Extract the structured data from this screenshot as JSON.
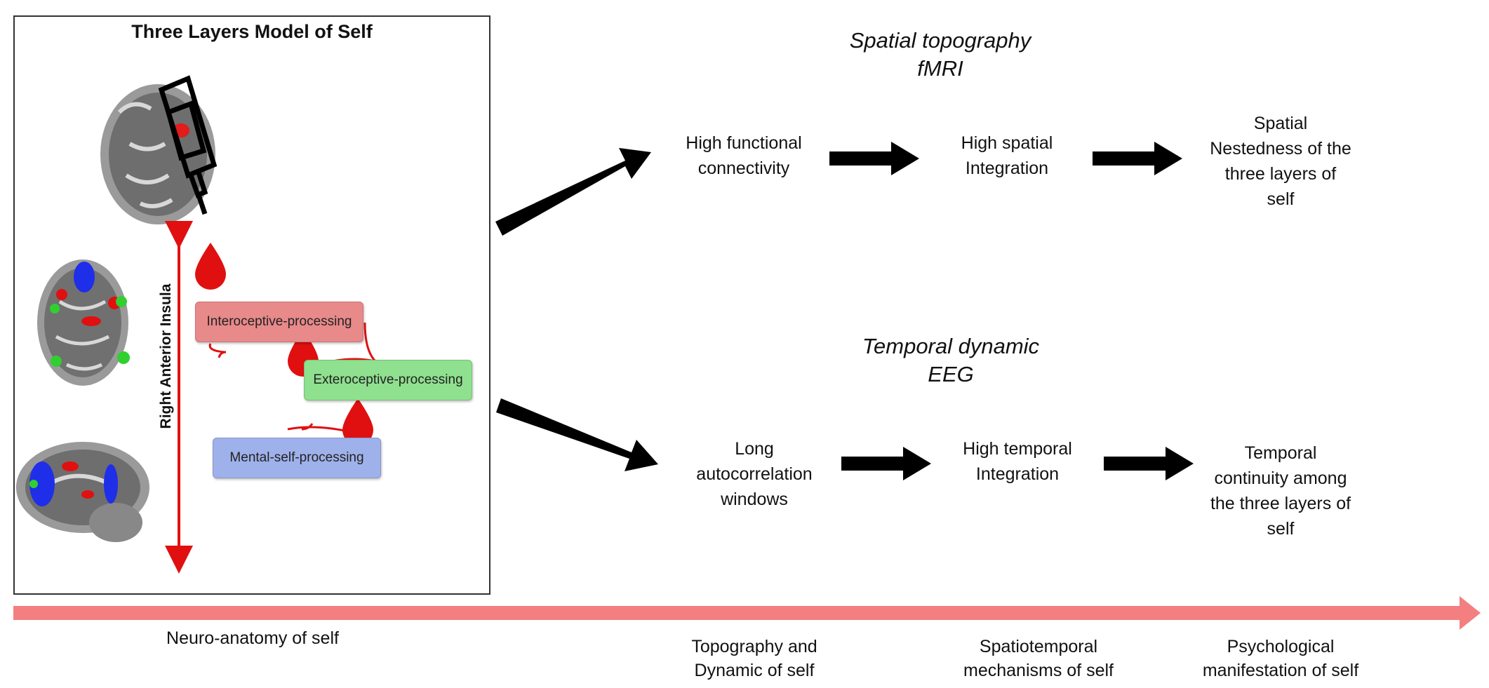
{
  "model_panel": {
    "title": "Three Layers Model of Self",
    "axis_label": "Right Anterior Insula",
    "layers": [
      {
        "label": "Interoceptive-processing",
        "color": "#e8898a"
      },
      {
        "label": "Exteroceptive-processing",
        "color": "#8fe08f"
      },
      {
        "label": "Mental-self-processing",
        "color": "#9fb1ea"
      }
    ]
  },
  "spatial": {
    "heading_line1": "Spatial topography",
    "heading_line2": "fMRI",
    "nodes": [
      [
        "High functional",
        "connectivity"
      ],
      [
        "High spatial",
        "Integration"
      ],
      [
        "Spatial",
        "Nestedness of the",
        "three layers of",
        "self"
      ]
    ]
  },
  "temporal": {
    "heading_line1": "Temporal dynamic",
    "heading_line2": "EEG",
    "nodes": [
      [
        "Long",
        "autocorrelation",
        "windows"
      ],
      [
        "High temporal",
        "Integration"
      ],
      [
        "Temporal",
        "continuity among",
        "the three layers of",
        "self"
      ]
    ]
  },
  "bottom_labels": [
    [
      "Neuro-anatomy of self"
    ],
    [
      "Topography and",
      "Dynamic of self"
    ],
    [
      "Spatiotemporal",
      "mechanisms of self"
    ],
    [
      "Psychological",
      "manifestation of self"
    ]
  ],
  "colors": {
    "timeline": "#f47f80",
    "accent_red": "#e01010",
    "arrow": "#000000",
    "brain_blue": "#1f2ee8",
    "brain_green": "#2fd02f"
  }
}
